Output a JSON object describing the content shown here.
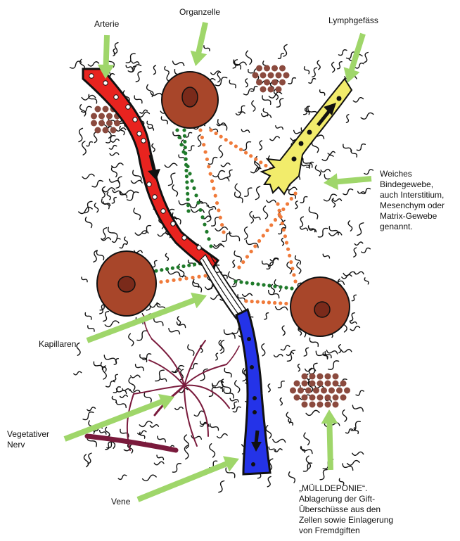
{
  "labels": {
    "arterie": "Arterie",
    "organzelle": "Organzelle",
    "lymphgefaess": "Lymphgefäss",
    "bindegewebe": [
      "Weiches",
      "Bindegewebe,",
      "auch Interstitium,",
      "Mesenchym oder",
      "Matrix-Gewebe",
      "genannt."
    ],
    "kapillaren": "Kapillaren",
    "nerv": [
      "Vegetativer",
      "Nerv"
    ],
    "vene": "Vene",
    "muelldeponie": [
      "„MÜLLDEPONIE“.",
      "Ablagerung der Gift-",
      "Überschüsse aus den",
      "Zellen sowie Einlagerung",
      "von Fremdgiften"
    ]
  },
  "colors": {
    "artery": "#e8231f",
    "vein": "#2433e8",
    "lymph": "#f2ec6b",
    "cell": "#a8462a",
    "nucleus": "#7a2a1a",
    "nerve": "#7a1a3c",
    "deposit": "#8b4a3e",
    "arrow": "#9fd66a",
    "dots_orange": "#f07a3a",
    "dots_green": "#1f7a2a"
  }
}
